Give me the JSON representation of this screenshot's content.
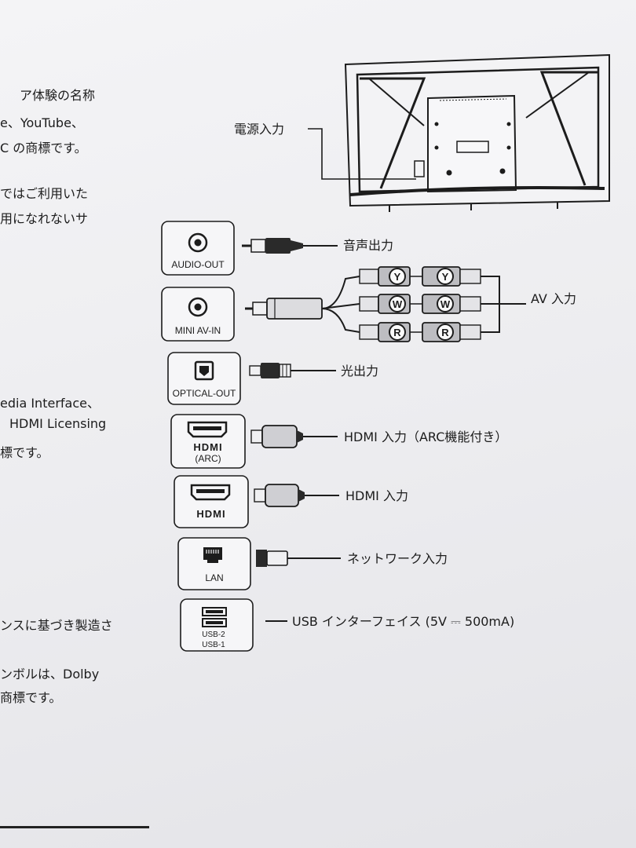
{
  "left_column": {
    "lines": [
      "ア体験の名称",
      "e、YouTube、",
      "C の商標です。",
      "ではご利用いた",
      "用になれないサ",
      "edia Interface、",
      "HDMI Licensing",
      "標です。",
      "ンスに基づき製造さ",
      "ンボルは、Dolby",
      "商標です。"
    ]
  },
  "labels": {
    "power_in": "電源入力",
    "audio_out": "音声出力",
    "av_in": "AV 入力",
    "optical_out": "光出力",
    "hdmi_arc": "HDMI 入力（ARC機能付き）",
    "hdmi": "HDMI 入力",
    "network": "ネットワーク入力",
    "usb": "USB インターフェイス (5V ⎓ 500mA)"
  },
  "ports": {
    "audio_out": "AUDIO-OUT",
    "mini_av_in": "MINI AV-IN",
    "optical_out": "OPTICAL-OUT",
    "hdmi_logo": "HDMI",
    "hdmi_arc_sub": "(ARC)",
    "lan": "LAN",
    "usb2": "USB-2",
    "usb1": "USB-1"
  },
  "rca": {
    "yellow": "Y",
    "white": "W",
    "red": "R"
  }
}
